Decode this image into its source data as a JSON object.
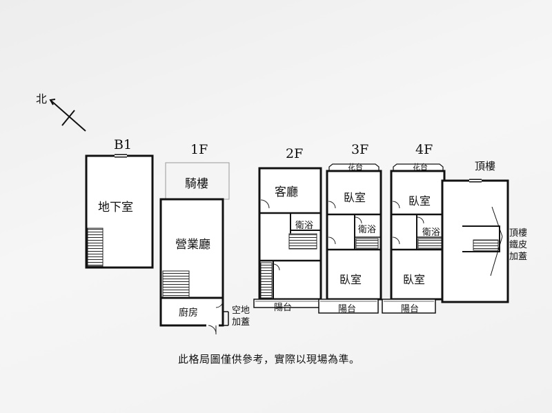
{
  "north": "北",
  "note": "此格局圖僅供參考，實際以現場為準。",
  "floors": {
    "b1": {
      "title": "B1",
      "rooms": [
        "地下室"
      ]
    },
    "f1": {
      "title": "1F",
      "rooms": [
        "騎樓",
        "營業廳",
        "廚房"
      ],
      "side_label": "空地\n加蓋"
    },
    "f2": {
      "title": "2F",
      "rooms": [
        "客廳",
        "衛浴",
        "陽台"
      ]
    },
    "f3": {
      "title": "3F",
      "rooms": [
        "花台",
        "臥室",
        "衛浴",
        "臥室",
        "陽台"
      ]
    },
    "f4": {
      "title": "4F",
      "rooms": [
        "花台",
        "臥室",
        "衛浴",
        "臥室",
        "陽台"
      ]
    },
    "roof": {
      "title": "頂樓",
      "side_label": "頂樓\n鐵皮\n加蓋"
    }
  }
}
